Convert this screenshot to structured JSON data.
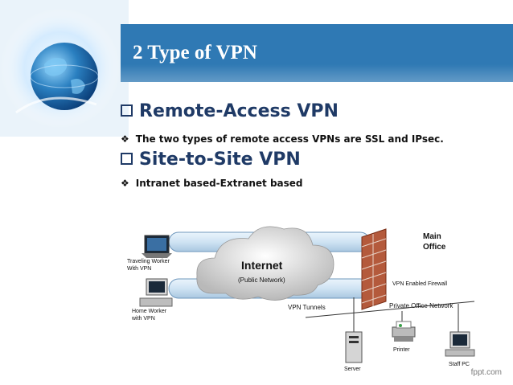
{
  "slide": {
    "title": "2 Type of VPN",
    "items": [
      {
        "type": "heading",
        "text": "Remote-Access VPN"
      },
      {
        "type": "bullet",
        "text": "The two types of remote access VPNs are SSL and IPsec."
      },
      {
        "type": "heading",
        "text": "Site-to-Site VPN"
      },
      {
        "type": "bullet",
        "text": "Intranet based-Extranet based"
      }
    ]
  },
  "diagram": {
    "internet_title": "Internet",
    "internet_subtitle": "(Public Network)",
    "traveling_worker": "Traveling Worker With VPN",
    "home_worker": "Home Worker with VPN",
    "main_office": "Main Office",
    "firewall": "VPN Enabled Firewall",
    "tunnels": "VPN Tunnels",
    "private_network": "Private Office Network",
    "server": "Server",
    "printer": "Printer",
    "staff_pc": "Staff PC"
  },
  "footer": {
    "brand": "fppt.com"
  },
  "colors": {
    "title_bar": "#2f79b4",
    "heading": "#1f3a66",
    "tunnel": "#cfe3f3"
  },
  "icons": [
    "globe-icon",
    "laptop-icon",
    "desktop-icon",
    "firewall-icon",
    "server-icon",
    "printer-icon",
    "pc-icon",
    "cloud-icon"
  ]
}
